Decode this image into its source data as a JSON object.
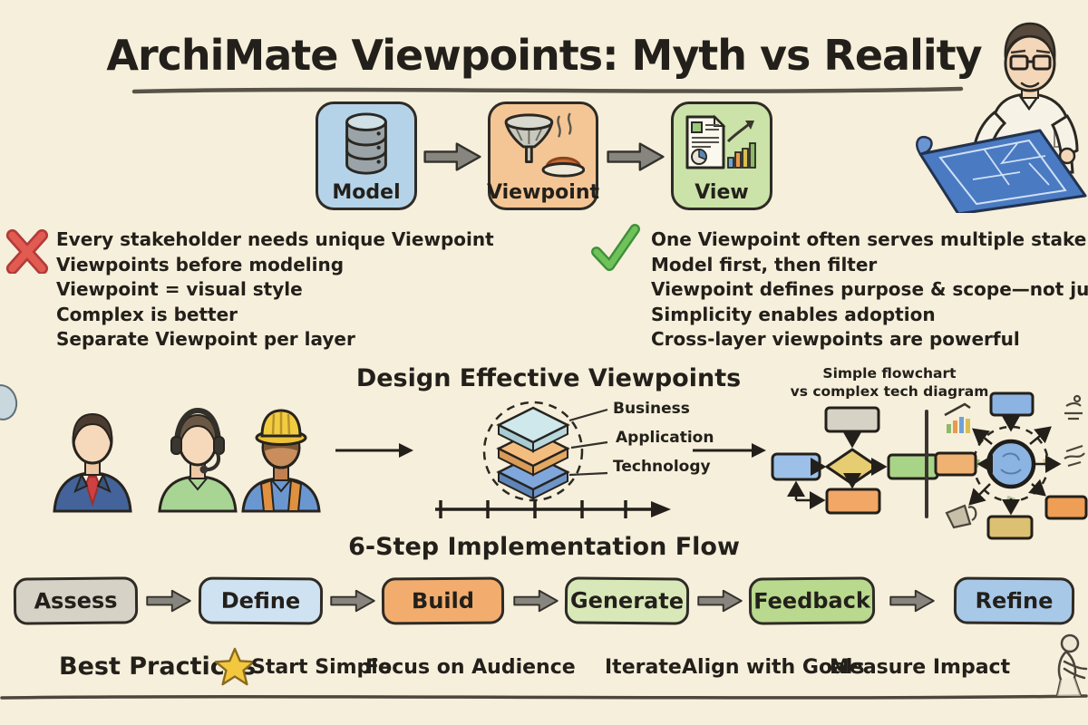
{
  "title": "ArchiMate Viewpoints: Myth vs Reality",
  "colors": {
    "background": "#f6efdb",
    "ink": "#23201b",
    "arrow": "#87857e",
    "myth_x": "#e25b50",
    "check": "#6fc25a",
    "star": "#f3c83e"
  },
  "top_flow": {
    "nodes": [
      {
        "label": "Model",
        "icon": "database-icon",
        "fill": "#b5d3e8"
      },
      {
        "label": "Viewpoint",
        "icon": "funnel-meal-icon",
        "fill": "#f5c695"
      },
      {
        "label": "View",
        "icon": "report-chart-icon",
        "fill": "#cbe2a9"
      }
    ]
  },
  "myths": {
    "icon": "red-x-icon",
    "items": [
      "Every stakeholder needs unique Viewpoint",
      "Viewpoints before modeling",
      "Viewpoint = visual style",
      "Complex is better",
      "Separate Viewpoint per layer"
    ]
  },
  "realities": {
    "icon": "green-check-icon",
    "items": [
      "One Viewpoint often serves multiple stakeholders",
      "Model first, then filter",
      "Viewpoint defines purpose & scope—not just look",
      "Simplicity enables adoption",
      "Cross-layer viewpoints are powerful"
    ]
  },
  "design_section": {
    "title": "Design Effective Viewpoints",
    "stakeholder_icons": [
      "businessman-avatar",
      "support-agent-avatar",
      "construction-worker-avatar"
    ],
    "layers": [
      {
        "label": "Business",
        "fill": "#cfe8ec"
      },
      {
        "label": "Application",
        "fill": "#f4bd80"
      },
      {
        "label": "Technology",
        "fill": "#7fa7dc"
      }
    ],
    "comparison_caption_line1": "Simple flowchart",
    "comparison_caption_line2": "vs complex tech diagram"
  },
  "flow_section": {
    "title": "6-Step Implementation Flow",
    "steps": [
      {
        "label": "Assess",
        "fill": "#d6d2c6"
      },
      {
        "label": "Define",
        "fill": "#cfe2f2"
      },
      {
        "label": "Build",
        "fill": "#f2ad6e"
      },
      {
        "label": "Generate",
        "fill": "#d8e8b8"
      },
      {
        "label": "Feedback",
        "fill": "#b9d98e"
      },
      {
        "label": "Refine",
        "fill": "#a8c8e8"
      }
    ]
  },
  "best_practices": {
    "title": "Best Practices",
    "icon": "star-icon",
    "items": [
      "Start Simple",
      "Focus on Audience",
      "Iterate",
      "Align with Goals",
      "Measure Impact"
    ]
  }
}
